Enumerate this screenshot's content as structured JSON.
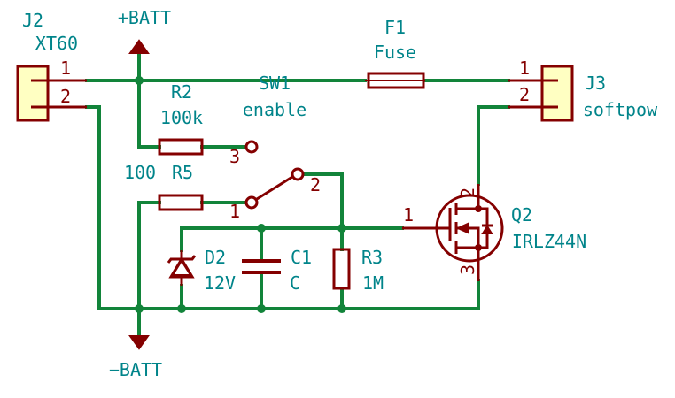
{
  "colors": {
    "wire": "#12843a",
    "component": "#840000",
    "label": "#00848a",
    "connector_fill": "#ffffc2",
    "background": "#ffffff"
  },
  "power": {
    "positive": "+BATT",
    "negative": "−BATT"
  },
  "components": {
    "J2": {
      "ref": "J2",
      "value": "XT60",
      "pins": [
        "1",
        "2"
      ]
    },
    "J3": {
      "ref": "J3",
      "value": "softpow",
      "pins": [
        "1",
        "2"
      ]
    },
    "F1": {
      "ref": "F1",
      "value": "Fuse"
    },
    "SW1": {
      "ref": "SW1",
      "value": "enable",
      "pins": [
        "1",
        "2",
        "3"
      ]
    },
    "R2": {
      "ref": "R2",
      "value": "100k"
    },
    "R5": {
      "ref": "R5",
      "value": "100"
    },
    "R3": {
      "ref": "R3",
      "value": "1M"
    },
    "C1": {
      "ref": "C1",
      "value": "C"
    },
    "D2": {
      "ref": "D2",
      "value": "12V"
    },
    "Q2": {
      "ref": "Q2",
      "value": "IRLZ44N",
      "pins": [
        "1",
        "2",
        "3"
      ]
    }
  }
}
